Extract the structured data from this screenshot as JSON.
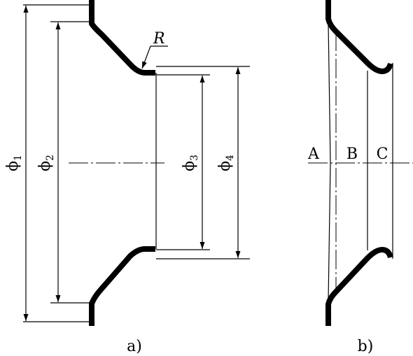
{
  "view_a": {
    "caption": "a)",
    "radius_label": "R",
    "dims": [
      {
        "sym": "ϕ",
        "sub": "1"
      },
      {
        "sym": "ϕ",
        "sub": "2"
      },
      {
        "sym": "ϕ",
        "sub": "3"
      },
      {
        "sym": "ϕ",
        "sub": "4"
      }
    ]
  },
  "view_b": {
    "caption": "b)",
    "section_labels": [
      "A",
      "B",
      "C"
    ]
  }
}
